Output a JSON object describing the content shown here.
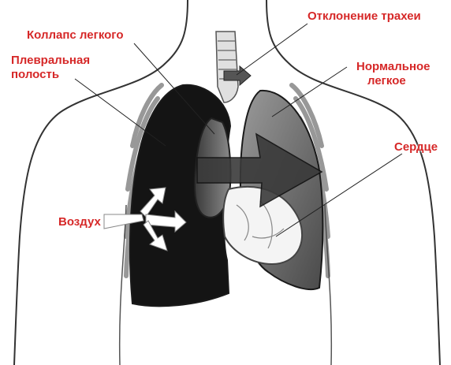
{
  "labels": {
    "collapse": "Коллапс легкого",
    "pleural_line1": "Плевральная",
    "pleural_line2": "полость",
    "trachea": "Отклонение трахеи",
    "normal_line1": "Нормальное",
    "normal_line2": "легкое",
    "heart": "Сердце",
    "air": "Воздух"
  },
  "colors": {
    "label": "#d62828",
    "pleural_cavity": "#141414",
    "normal_lung": "#6b6b6b",
    "outline": "#1a1a1a"
  }
}
